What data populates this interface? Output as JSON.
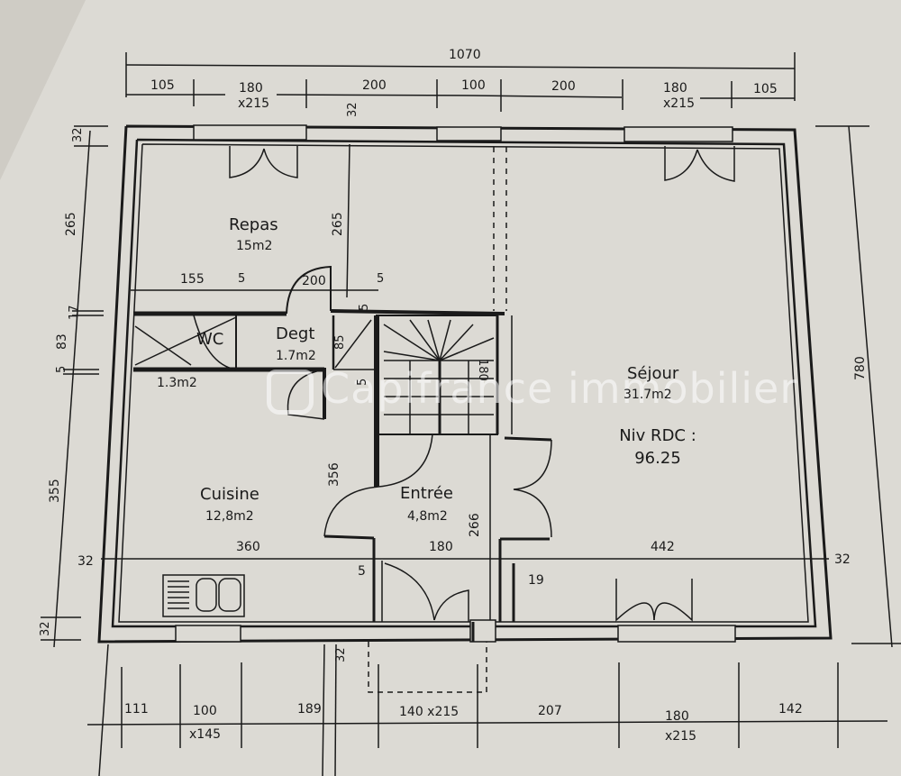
{
  "plan": {
    "level_label": "Niv RDC :",
    "level_area": "96.25",
    "colors": {
      "paper": "#dcdad4",
      "ink": "#1a1a1a",
      "shadow": "#cfccc5"
    }
  },
  "rooms": [
    {
      "name": "Repas",
      "area": "15m2"
    },
    {
      "name": "WC",
      "area": "1.3m2"
    },
    {
      "name": "Degt",
      "area": "1.7m2"
    },
    {
      "name": "Séjour",
      "area": "31.7m2"
    },
    {
      "name": "Cuisine",
      "area": "12,8m2"
    },
    {
      "name": "Entrée",
      "area": "4,8m2"
    }
  ],
  "dimensions": {
    "top_total": "1070",
    "top_segments": [
      {
        "value": "105"
      },
      {
        "value": "180",
        "sub": "x215"
      },
      {
        "value": "200"
      },
      {
        "value": "100"
      },
      {
        "value": "200"
      },
      {
        "value": "180",
        "sub": "x215"
      },
      {
        "value": "105"
      }
    ],
    "bottom_segments": [
      {
        "value": "111"
      },
      {
        "value": "100",
        "sub": "x145"
      },
      {
        "value": "189"
      },
      {
        "value": "140 x215"
      },
      {
        "value": "207"
      },
      {
        "value": "180",
        "sub": "x215"
      },
      {
        "value": "142"
      }
    ],
    "left": [
      "32",
      "265",
      "17",
      "83",
      "5",
      "355",
      "32"
    ],
    "right_total": "780",
    "interior": {
      "repas_width": "155",
      "small_5a": "5",
      "door_200": "200",
      "small_5b": "5",
      "repas_height": "265",
      "top_wall": "32",
      "degt_5_top": "5",
      "degt_85": "85",
      "degt_5_bottom": "5",
      "stair_180": "180",
      "entree_356": "356",
      "entree_266": "266",
      "cuisine_360": "360",
      "entree_180": "180",
      "sejour_442": "442",
      "left_wall_32": "32",
      "right_wall_32": "32",
      "small_5c": "5",
      "small_19": "19",
      "bottom_wall_32": "32"
    }
  },
  "watermark": {
    "text": "Capifrance immobilier"
  }
}
